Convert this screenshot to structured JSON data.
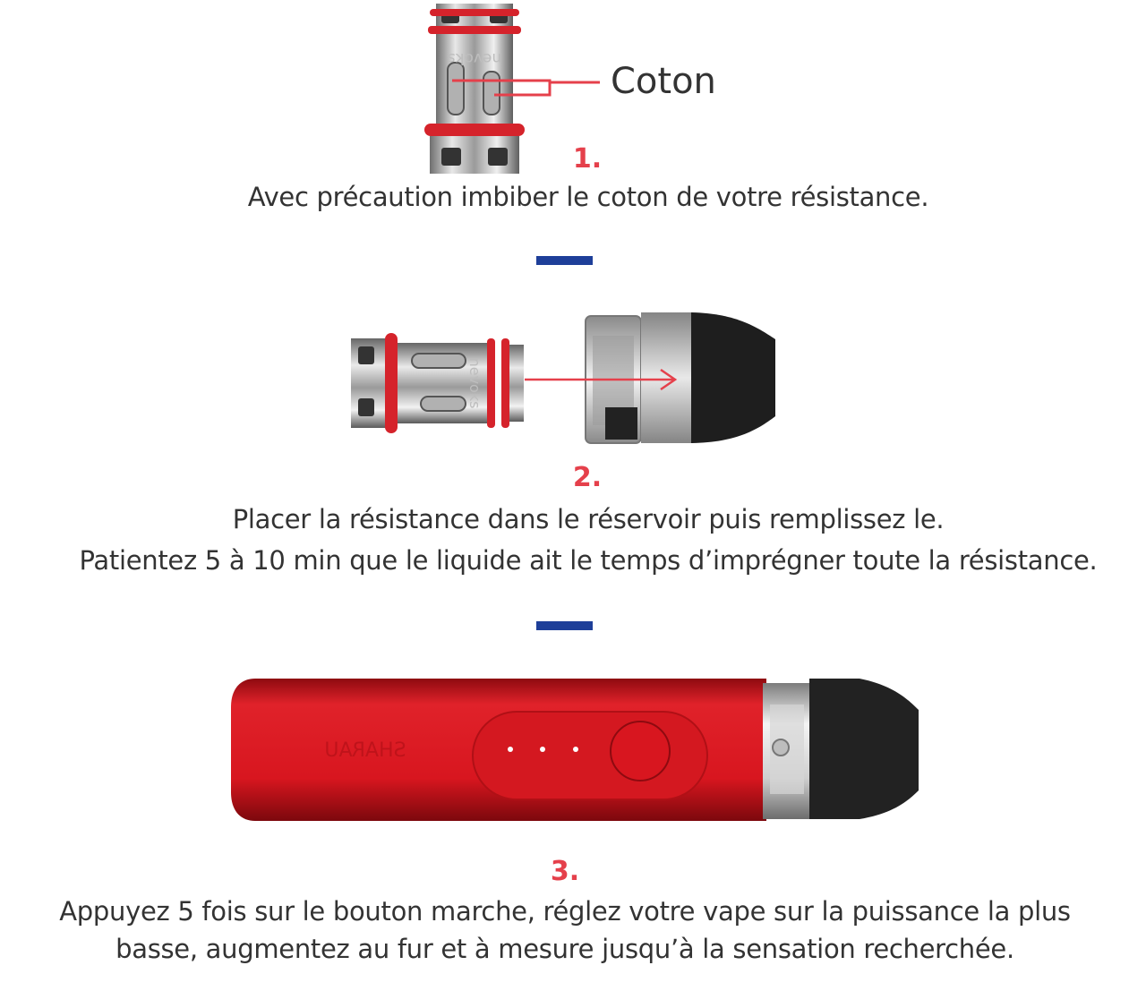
{
  "colors": {
    "accent_red": "#e5404b",
    "separator_blue": "#1e3f99",
    "text": "#333333",
    "device_red": "#d8161f"
  },
  "icons": {
    "step1": "coil-with-cotton-icon",
    "step2": "coil-into-tank-icon",
    "step3": "pod-device-icon"
  },
  "step1": {
    "callout_label": "Coton",
    "coil_brand": "nevoks",
    "number": "1.",
    "text": "Avec précaution imbiber le coton de votre résistance."
  },
  "step2": {
    "coil_brand": "nevoks",
    "number": "2.",
    "line1": "Placer la résistance dans le réservoir puis remplissez le.",
    "line2": "Patientez 5 à 10 min que le liquide ait le temps d’imprégner toute la résistance."
  },
  "step3": {
    "device_brand": "SHARAU",
    "number": "3.",
    "line1": "Appuyez 5 fois sur le bouton marche, réglez votre vape sur la puissance la plus",
    "line2": "basse, augmentez au fur et à mesure jusqu’à la sensation recherchée."
  }
}
